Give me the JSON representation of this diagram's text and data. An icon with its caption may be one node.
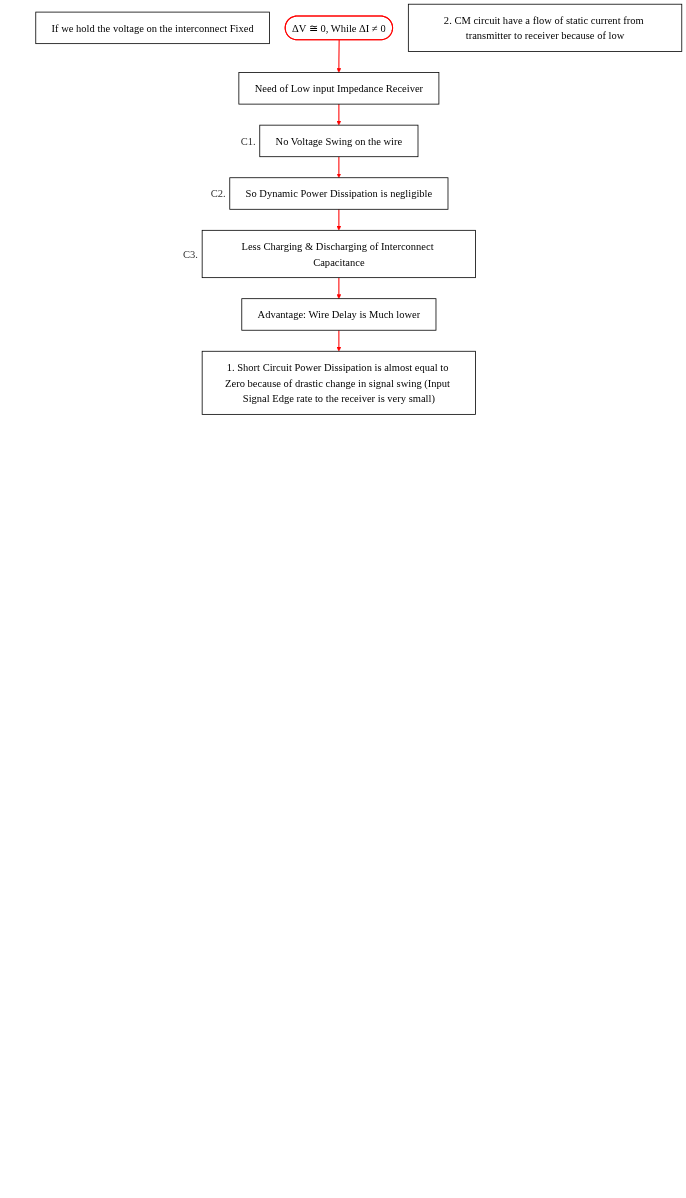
{
  "diagram": {
    "nodes": [
      {
        "text": [
          "If we hold the voltage on the interconnect Fixed"
        ]
      },
      {
        "text": [
          "ΔV ≅ 0, While ΔI ≠ 0"
        ]
      },
      {
        "text": [
          "Need of Low input Impedance Receiver"
        ]
      },
      {
        "text": [
          "No Voltage Swing on the wire"
        ],
        "beside": [
          "C1."
        ]
      },
      {
        "text": [
          "So Dynamic Power Dissipation is negligible"
        ],
        "beside": [
          "C2."
        ]
      },
      {
        "text": [
          "Less Charging & Discharging of Interconnect Capacitance"
        ],
        "beside": [
          "C3."
        ]
      },
      {
        "text": [
          "Advantage: Wire Delay is Much lower"
        ]
      },
      {
        "text": [
          "1. Short Circuit Power Dissipation is almost equal to Zero because of drastic change in signal swing (Input Signal Edge rate to the receiver is very small)"
        ]
      },
      {
        "text": [
          "2. CM circuit have a flow of static current from transmitter to receiver because of low"
        ]
      }
    ],
    "edges": [
      {
        "from": 1,
        "to": 2,
        "arrow": "to"
      },
      {
        "from": 2,
        "to": 3,
        "arrow": "to"
      },
      {
        "from": 3,
        "to": 4,
        "arrow": "to"
      },
      {
        "from": 4,
        "to": 5,
        "arrow": "to"
      },
      {
        "from": 5,
        "to": 6,
        "arrow": "to"
      },
      {
        "from": 6,
        "to": 7,
        "arrow": "to"
      }
    ]
  }
}
